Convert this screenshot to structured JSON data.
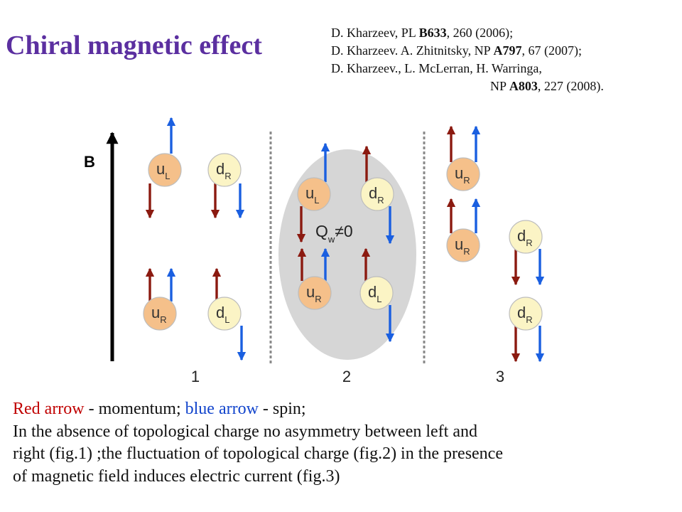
{
  "title": "Chiral magnetic effect",
  "references": [
    {
      "pre": "D. Kharzeev, PL ",
      "bold": "B633",
      "post": ", 260 (2006);"
    },
    {
      "pre": "D. Kharzeev. A. Zhitnitsky, NP ",
      "bold": "A797",
      "post": ", 67 (2007);"
    },
    {
      "pre": "D. Kharzeev., L. McLerran, H. Warringa,",
      "bold": "",
      "post": ""
    },
    {
      "pre": "NP ",
      "bold": "A803",
      "post": ",  227 (2008)."
    }
  ],
  "diagram": {
    "b_label": "B",
    "charge_label": {
      "Q": "Q",
      "sub": "w",
      "rest": "≠0"
    },
    "figure_numbers": [
      "1",
      "2",
      "3"
    ],
    "colors": {
      "momentum_arrow": "#8b1a10",
      "spin_arrow": "#1a5fe0",
      "up_quark_fill": "#f5c08a",
      "down_quark_fill": "#fbf4c5",
      "blob": "#d6d6d6"
    },
    "particles": [
      {
        "main": "u",
        "sub": "L",
        "figure": "1"
      },
      {
        "main": "d",
        "sub": "R",
        "figure": "1"
      },
      {
        "main": "u",
        "sub": "R",
        "figure": "1"
      },
      {
        "main": "d",
        "sub": "L",
        "figure": "1"
      },
      {
        "main": "u",
        "sub": "L",
        "figure": "2"
      },
      {
        "main": "d",
        "sub": "R",
        "figure": "2"
      },
      {
        "main": "u",
        "sub": "R",
        "figure": "2"
      },
      {
        "main": "d",
        "sub": "L",
        "figure": "2"
      },
      {
        "main": "u",
        "sub": "R",
        "figure": "3"
      },
      {
        "main": "u",
        "sub": "R",
        "figure": "3"
      },
      {
        "main": "d",
        "sub": "R",
        "figure": "3"
      },
      {
        "main": "d",
        "sub": "R",
        "figure": "3"
      }
    ]
  },
  "caption": {
    "red_text": "Red arrow",
    "text_1": " - momentum; ",
    "blue_text": "blue arrow",
    "text_2": " - spin;",
    "line_2": "In the absence of topological charge no asymmetry between left and",
    "line_3": "right (fig.1) ;the fluctuation of topological charge (fig.2) in the presence",
    "line_4": "of magnetic field induces electric current (fig.3)"
  }
}
